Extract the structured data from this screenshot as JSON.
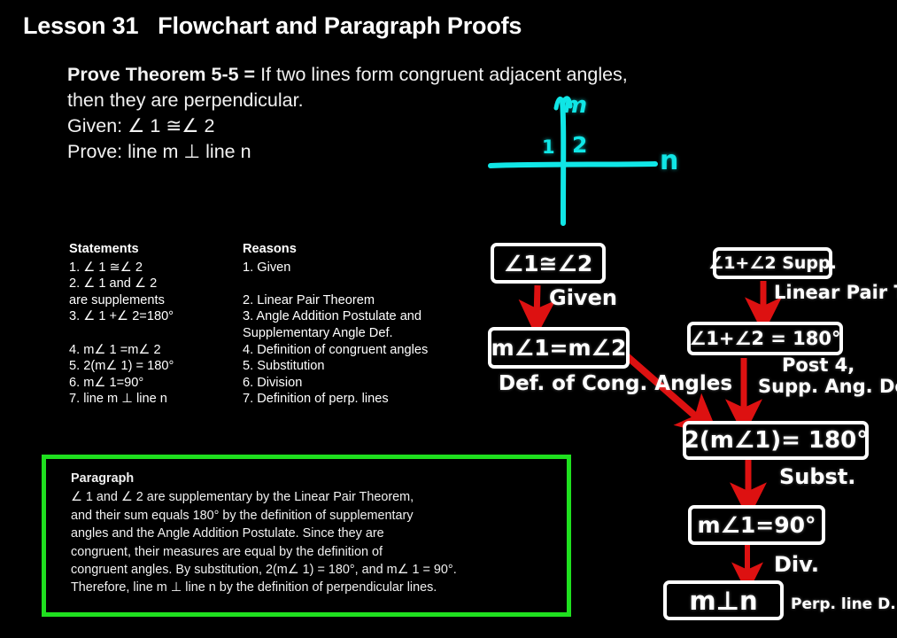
{
  "slide": {
    "title": "Lesson 31   Flowchart and Paragraph Proofs",
    "background_color": "#000000",
    "text_color": "#ffffff",
    "accent_cyan": "#10e6e6",
    "accent_red": "#dd1111",
    "accent_green": "#1fe01f"
  },
  "prove": {
    "lead": "Prove Theorem 5-5 = ",
    "line1_rest": "If two lines form congruent adjacent angles,",
    "line2": "then they are perpendicular.",
    "line3": "Given: ∠ 1 ≅∠ 2",
    "line4": "Prove: line m ⊥ line n"
  },
  "proof_table": {
    "statements_header": "Statements",
    "reasons_header": "Reasons",
    "statements": [
      "1. ∠ 1 ≅∠ 2",
      "2. ∠ 1 and ∠ 2",
      "are supplements",
      "3. ∠ 1 +∠ 2=180°",
      "4. m∠ 1 =m∠ 2",
      "5. 2(m∠ 1) = 180°",
      "6. m∠ 1=90°",
      "7. line m ⊥ line n"
    ],
    "reasons": [
      "1. Given",
      "",
      "2. Linear Pair Theorem",
      "3. Angle Addition Postulate and",
      "Supplementary Angle Def.",
      "4. Definition of congruent angles",
      "5. Substitution",
      "6. Division",
      "7. Definition of perp. lines"
    ]
  },
  "paragraph_box": {
    "header": "Paragraph",
    "lines": [
      "∠ 1 and ∠ 2 are supplementary by the Linear Pair Theorem,",
      "and their sum equals 180° by the definition of supplementary",
      "angles and the Angle Addition Postulate. Since they are",
      "congruent, their measures are equal by the definition of",
      "congruent angles. By substitution, 2(m∠ 1) = 180°, and m∠ 1 = 90°.",
      "Therefore, line m ⊥ line n by the definition of perpendicular lines."
    ]
  },
  "diagram": {
    "label_m": "m",
    "label_n": "n",
    "label_1": "1",
    "label_2": "2"
  },
  "flowchart": {
    "boxes": [
      {
        "id": "box-cong",
        "text": "∠1≅∠2"
      },
      {
        "id": "box-meas-eq",
        "text": "m∠1=m∠2"
      },
      {
        "id": "box-supp",
        "text": "∠1+∠2 Supp."
      },
      {
        "id": "box-sum-180",
        "text": "∠1+∠2 = 180°"
      },
      {
        "id": "box-two-m",
        "text": "2(m∠1)= 180°"
      },
      {
        "id": "box-m-90",
        "text": "m∠1=90°"
      },
      {
        "id": "box-perp",
        "text": "m⊥n"
      }
    ],
    "labels": [
      {
        "id": "label-given",
        "text": "Given"
      },
      {
        "id": "label-def-cong",
        "text": "Def. of Cong. Angles"
      },
      {
        "id": "label-linear-pair",
        "text": "Linear Pair Th."
      },
      {
        "id": "label-post4",
        "text": "Post 4,"
      },
      {
        "id": "label-supp-ang-def",
        "text": "Supp. Ang. Def."
      },
      {
        "id": "label-subst",
        "text": "Subst."
      },
      {
        "id": "label-div",
        "text": "Div."
      },
      {
        "id": "label-perp-line-d",
        "text": "Perp. line D."
      }
    ]
  }
}
